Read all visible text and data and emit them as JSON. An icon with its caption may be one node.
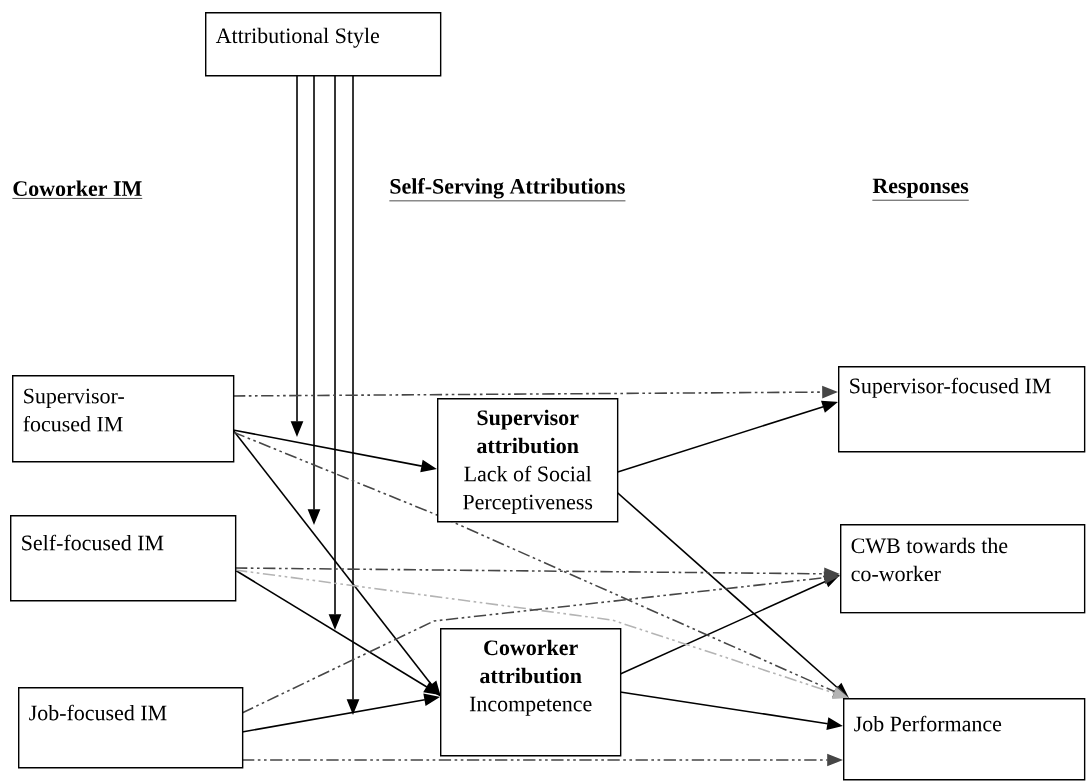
{
  "diagram": {
    "nodes": [
      {
        "text": [
          "Attributional Style"
        ]
      },
      {
        "text": [
          "Supervisor-focused IM"
        ]
      },
      {
        "text": [
          "Self-focused IM"
        ]
      },
      {
        "text": [
          "Job-focused IM"
        ]
      },
      {
        "text": [
          "Supervisor attribution",
          "Lack of Social Perceptiveness"
        ]
      },
      {
        "text": [
          "Coworker attribution",
          "Incompetence"
        ]
      },
      {
        "text": [
          "Supervisor-focused IM"
        ]
      },
      {
        "text": [
          "CWB towards the co-worker"
        ]
      },
      {
        "text": [
          "Job Performance"
        ]
      }
    ],
    "edges": [
      {
        "from": 0,
        "to": null,
        "arrow": "to"
      },
      {
        "from": 0,
        "to": null,
        "arrow": "to"
      },
      {
        "from": 0,
        "to": null,
        "arrow": "to"
      },
      {
        "from": 0,
        "to": null,
        "arrow": "to"
      },
      {
        "from": 1,
        "to": 4,
        "arrow": "to"
      },
      {
        "from": 1,
        "to": 5,
        "arrow": "to"
      },
      {
        "from": 2,
        "to": 5,
        "arrow": "to"
      },
      {
        "from": 3,
        "to": 5,
        "arrow": "to"
      },
      {
        "from": 4,
        "to": 6,
        "arrow": "to"
      },
      {
        "from": 4,
        "to": 8,
        "arrow": "to"
      },
      {
        "from": 5,
        "to": 7,
        "arrow": "to"
      },
      {
        "from": 5,
        "to": 8,
        "arrow": "to"
      },
      {
        "from": 1,
        "to": 6,
        "arrow": "to",
        "style": "dashed"
      },
      {
        "from": 1,
        "to": 8,
        "arrow": "to",
        "style": "dashed"
      },
      {
        "from": 2,
        "to": 7,
        "arrow": "to",
        "style": "dashed"
      },
      {
        "from": 2,
        "to": 8,
        "arrow": "to",
        "style": "dashed",
        "color": "#b4b4b4"
      },
      {
        "from": 3,
        "to": 7,
        "arrow": "to",
        "style": "dashed"
      },
      {
        "from": 3,
        "to": 8,
        "arrow": "to",
        "style": "dashed"
      }
    ],
    "labels": [
      "Coworker IM",
      "Self-Serving  Attributions",
      "Responses"
    ]
  }
}
